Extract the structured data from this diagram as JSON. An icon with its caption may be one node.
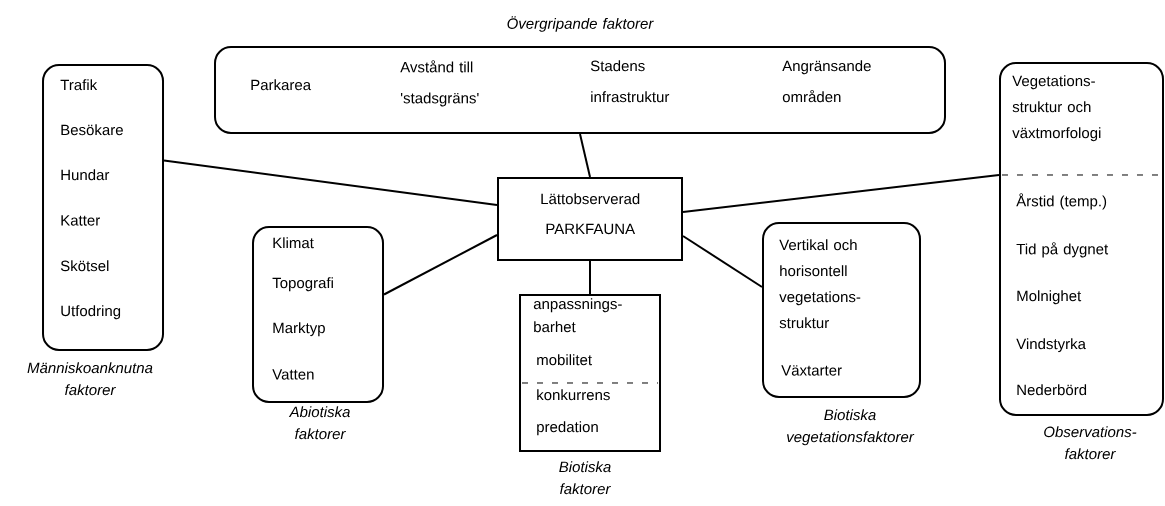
{
  "diagram": {
    "nodes": [
      {
        "text": [
          "Parkarea",
          "Avstånd till 'stadsgräns'",
          "Stadens infrastruktur",
          "Angränsande områden"
        ],
        "beside": [
          "Övergripande faktorer"
        ]
      },
      {
        "text": [
          "Trafik",
          "Besökare",
          "Hundar",
          "Katter",
          "Skötsel",
          "Utfodring"
        ],
        "beside": [
          "Människoanknutna faktorer"
        ]
      },
      {
        "text": [
          "Lättobserverad PARKFAUNA"
        ]
      },
      {
        "text": [
          "Klimat",
          "Topografi",
          "Marktyp",
          "Vatten"
        ],
        "beside": [
          "Abiotiska faktorer"
        ]
      },
      {
        "text": [
          "anpassnings- barhet",
          "mobilitet",
          "konkurrens",
          "predation"
        ],
        "beside": [
          "Biotiska faktorer"
        ]
      },
      {
        "text": [
          "Vertikal och horisontell vegetations- struktur",
          "Växtarter"
        ],
        "beside": [
          "Biotiska vegetationsfaktorer"
        ]
      },
      {
        "text": [
          "Vegetations- struktur och växtmorfologi",
          "Årstid (temp.)",
          "Tid på dygnet",
          "Molnighet",
          "Vindstyrka",
          "Nederbörd"
        ],
        "beside": [
          "Observations- faktorer"
        ]
      }
    ],
    "edges": [
      {
        "from": 0,
        "to": 2,
        "arrow": "none"
      },
      {
        "from": 1,
        "to": 2,
        "arrow": "none"
      },
      {
        "from": 3,
        "to": 2,
        "arrow": "none"
      },
      {
        "from": 2,
        "to": 4,
        "arrow": "none"
      },
      {
        "from": 2,
        "to": 5,
        "arrow": "none"
      },
      {
        "from": 2,
        "to": 6,
        "arrow": "none"
      }
    ]
  }
}
